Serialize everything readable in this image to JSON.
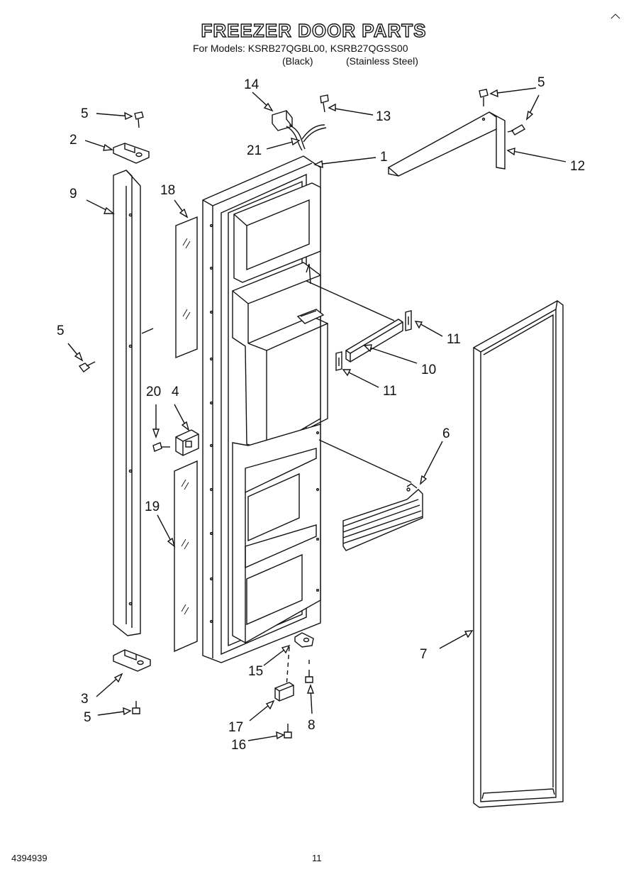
{
  "header": {
    "title": "FREEZER DOOR PARTS",
    "models_line": "For Models: KSRB27QGBL00, KSRB27QGSS00",
    "variant_black": "(Black)",
    "variant_steel": "(Stainless Steel)"
  },
  "callouts": {
    "c1": "1",
    "c2": "2",
    "c3": "3",
    "c4": "4",
    "c5a": "5",
    "c5b": "5",
    "c5c": "5",
    "c5d": "5",
    "c6": "6",
    "c7": "7",
    "c8": "8",
    "c9": "9",
    "c10": "10",
    "c11a": "11",
    "c11b": "11",
    "c12": "12",
    "c13": "13",
    "c14": "14",
    "c15": "15",
    "c16": "16",
    "c17": "17",
    "c18": "18",
    "c19": "19",
    "c20": "20",
    "c21": "21"
  },
  "footer": {
    "doc_number": "4394939",
    "page_number": "11"
  }
}
